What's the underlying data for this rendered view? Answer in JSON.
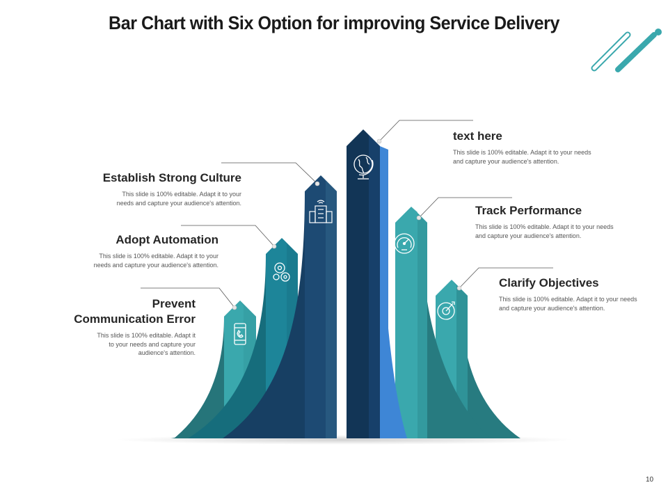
{
  "title": "Bar Chart with Six Option for improving Service Delivery",
  "page_number": "10",
  "colors": {
    "teal": "#3aa8ad",
    "teal_dark": "#2a7f84",
    "teal_mid": "#1d8599",
    "navy": "#1d4a73",
    "navy_dark": "#123556",
    "blue": "#3e86d6"
  },
  "options": [
    {
      "heading": "Prevent Communication Error",
      "heading_line1": "Prevent",
      "heading_line2": "Communication Error",
      "body": "This slide is 100% editable. Adapt it to your needs and capture your audience's attention.",
      "icon": "phone-icon"
    },
    {
      "heading": "Adopt Automation",
      "body": "This slide is 100% editable. Adapt it to your needs and capture your audience's attention.",
      "icon": "gears-icon"
    },
    {
      "heading": "Establish Strong Culture",
      "body": "This slide is 100% editable. Adapt it to your needs and capture your audience's attention.",
      "icon": "building-icon"
    },
    {
      "heading": "text here",
      "body": "This slide is 100% editable. Adapt it to your needs and capture your audience's attention.",
      "icon": "globe-icon"
    },
    {
      "heading": "Track Performance",
      "body": "This slide is 100% editable. Adapt it to your needs and capture your audience's attention.",
      "icon": "speedometer-icon"
    },
    {
      "heading": "Clarify Objectives",
      "body": "This slide is 100% editable. Adapt it to your needs and capture your audience's attention.",
      "icon": "target-icon"
    }
  ]
}
